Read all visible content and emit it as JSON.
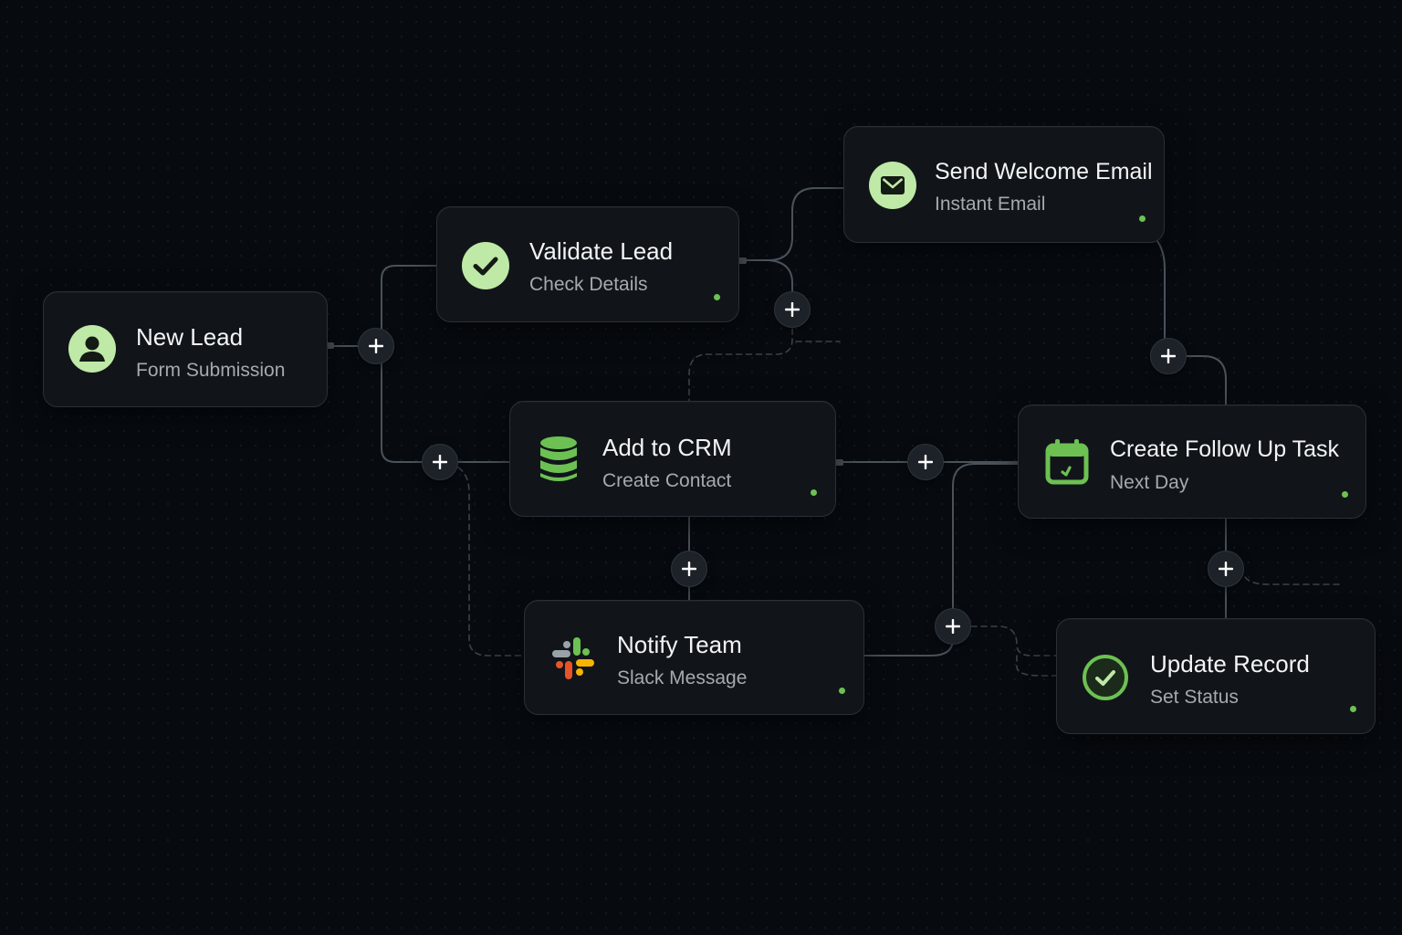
{
  "colors": {
    "background": "#070b10",
    "node_bg": "#111519",
    "node_border": "#2a3036",
    "accent_green": "#6cc152",
    "icon_light_green": "#bfe9a6",
    "connector": "#4a525a"
  },
  "nodes": {
    "new_lead": {
      "title": "New Lead",
      "subtitle": "Form Submission",
      "icon": "user-icon"
    },
    "validate_lead": {
      "title": "Validate Lead",
      "subtitle": "Check Details",
      "icon": "check-circle-icon"
    },
    "send_welcome_email": {
      "title": "Send Welcome Email",
      "subtitle": "Instant Email",
      "icon": "mail-icon"
    },
    "add_to_crm": {
      "title": "Add to CRM",
      "subtitle": "Create Contact",
      "icon": "database-icon"
    },
    "create_follow_up_task": {
      "title": "Create Follow Up Task",
      "subtitle": "Next Day",
      "icon": "calendar-icon"
    },
    "notify_team": {
      "title": "Notify Team",
      "subtitle": "Slack Message",
      "icon": "slack-icon"
    },
    "update_record": {
      "title": "Update Record",
      "subtitle": "Set Status",
      "icon": "check-circle-outline-icon"
    }
  },
  "add_step_buttons": [
    {
      "id": "after-new-lead",
      "label": "+"
    },
    {
      "id": "after-validate-lead",
      "label": "+"
    },
    {
      "id": "before-add-to-crm",
      "label": "+"
    },
    {
      "id": "after-add-to-crm",
      "label": "+"
    },
    {
      "id": "after-send-welcome-email",
      "label": "+"
    },
    {
      "id": "before-notify-team",
      "label": "+"
    },
    {
      "id": "after-notify-team",
      "label": "+"
    },
    {
      "id": "after-create-follow-up-task",
      "label": "+"
    }
  ]
}
